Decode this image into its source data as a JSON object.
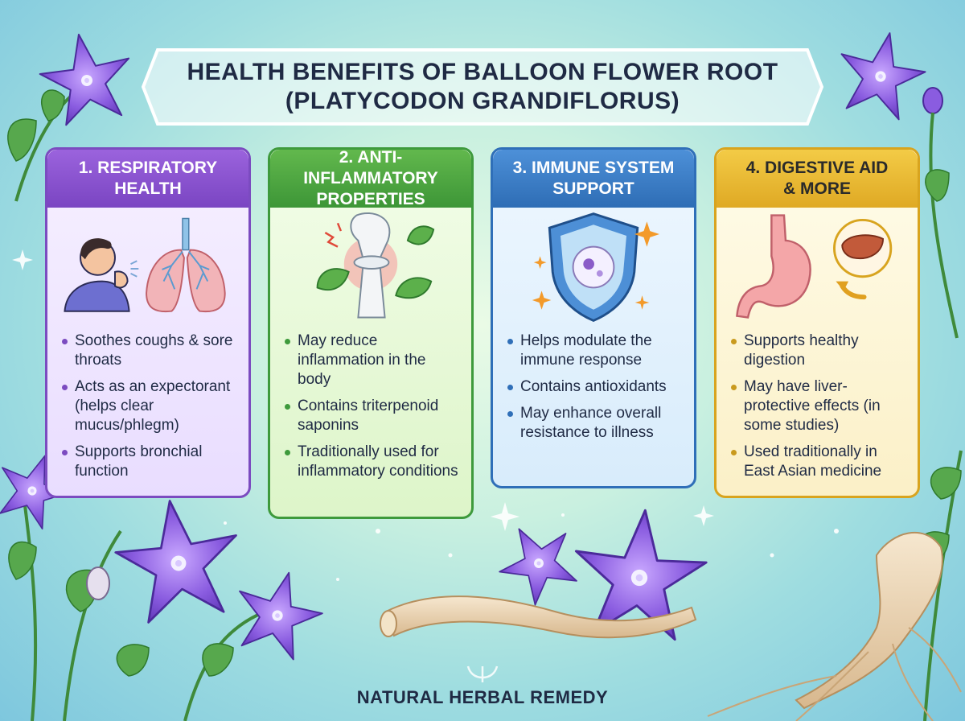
{
  "title": {
    "line1": "HEALTH BENEFITS OF BALLOON FLOWER ROOT",
    "line2": "(PLATYCODON GRANDIFLORUS)"
  },
  "cards": [
    {
      "heading_line1": "1. RESPIRATORY",
      "heading_line2": "HEALTH",
      "icon": "person-coughing-lungs-icon",
      "color": "#7b4bc0",
      "items": [
        "Soothes coughs & sore throats",
        "Acts as an expectorant (helps clear mucus/phlegm)",
        "Supports bronchial function"
      ]
    },
    {
      "heading_line1": "2. ANTI-INFLAMMATORY",
      "heading_line2": "PROPERTIES",
      "icon": "inflamed-joint-leaves-icon",
      "color": "#3e9a3c",
      "items": [
        "May reduce inflammation in the body",
        "Contains triterpenoid saponins",
        "Traditionally used for inflammatory conditions"
      ]
    },
    {
      "heading_line1": "3. IMMUNE SYSTEM",
      "heading_line2": "SUPPORT",
      "icon": "shield-cell-icon",
      "color": "#2f6fb8",
      "items": [
        "Helps modulate the immune response",
        "Contains antioxidants",
        "May enhance overall resistance to illness"
      ]
    },
    {
      "heading_line1": "4. DIGESTIVE AID",
      "heading_line2": "& MORE",
      "icon": "stomach-liver-icon",
      "color": "#d8a41f",
      "items": [
        "Supports healthy digestion",
        "May have liver-protective effects (in some studies)",
        "Used traditionally in East Asian medicine"
      ]
    }
  ],
  "footer": "NATURAL HERBAL REMEDY"
}
